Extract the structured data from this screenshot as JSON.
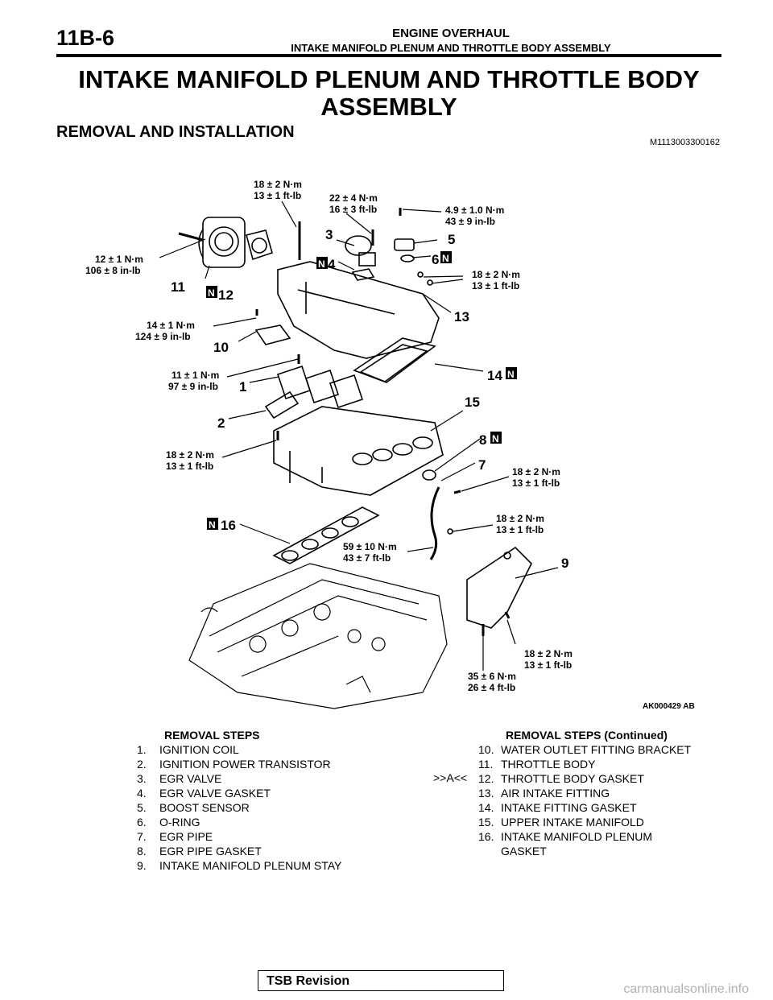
{
  "header": {
    "page_number": "11B-6",
    "chapter": "ENGINE OVERHAUL",
    "subtitle": "INTAKE MANIFOLD PLENUM AND THROTTLE BODY ASSEMBLY"
  },
  "title_line1": "INTAKE MANIFOLD PLENUM AND THROTTLE BODY",
  "title_line2": "ASSEMBLY",
  "section": "REMOVAL AND INSTALLATION",
  "doc_id": "M1113003300162",
  "figure": {
    "ref": "AK000429 AB",
    "torque": {
      "t1_l1": "18 ± 2 N·m",
      "t1_l2": "13 ± 1 ft-lb",
      "t2_l1": "22 ± 4 N·m",
      "t2_l2": "16 ± 3 ft-lb",
      "t3_l1": "4.9 ± 1.0 N·m",
      "t3_l2": "43 ± 9 in-lb",
      "t4_l1": "12 ± 1 N·m",
      "t4_l2": "106 ± 8 in-lb",
      "t5_l1": "18 ± 2 N·m",
      "t5_l2": "13 ± 1 ft-lb",
      "t6_l1": "14 ± 1 N·m",
      "t6_l2": "124 ± 9 in-lb",
      "t7_l1": "11 ± 1 N·m",
      "t7_l2": "97 ± 9 in-lb",
      "t8_l1": "18 ± 2 N·m",
      "t8_l2": "13 ± 1 ft-lb",
      "t9_l1": "18 ± 2 N·m",
      "t9_l2": "13 ± 1 ft-lb",
      "t10_l1": "18 ± 2 N·m",
      "t10_l2": "13 ± 1 ft-lb",
      "t11_l1": "59 ± 10 N·m",
      "t11_l2": "43 ± 7 ft-lb",
      "t12_l1": "18 ± 2 N·m",
      "t12_l2": "13 ± 1 ft-lb",
      "t13_l1": "35 ± 6 N·m",
      "t13_l2": "26 ± 4 ft-lb"
    },
    "numbers": {
      "n1": "1",
      "n2": "2",
      "n3": "3",
      "n4": "4",
      "n5": "5",
      "n6": "6",
      "n7": "7",
      "n8": "8",
      "n9": "9",
      "n10": "10",
      "n11": "11",
      "n12": "12",
      "n13": "13",
      "n14": "14",
      "n15": "15",
      "n16": "16"
    },
    "new_part_mark": "N"
  },
  "steps_left": {
    "heading": "REMOVAL STEPS",
    "items": [
      {
        "n": "1.",
        "t": "IGNITION COIL"
      },
      {
        "n": "2.",
        "t": "IGNITION POWER TRANSISTOR"
      },
      {
        "n": "3.",
        "t": "EGR VALVE"
      },
      {
        "n": "4.",
        "t": "EGR VALVE GASKET"
      },
      {
        "n": "5.",
        "t": "BOOST SENSOR"
      },
      {
        "n": "6.",
        "t": "O-RING"
      },
      {
        "n": "7.",
        "t": "EGR PIPE"
      },
      {
        "n": "8.",
        "t": "EGR PIPE GASKET"
      },
      {
        "n": "9.",
        "t": "INTAKE MANIFOLD PLENUM STAY"
      }
    ]
  },
  "steps_right": {
    "heading": "REMOVAL STEPS (Continued)",
    "items": [
      {
        "m": "",
        "n": "10.",
        "t": "WATER OUTLET FITTING BRACKET"
      },
      {
        "m": "",
        "n": "11.",
        "t": "THROTTLE BODY"
      },
      {
        "m": ">>A<<",
        "n": "12.",
        "t": "THROTTLE BODY GASKET"
      },
      {
        "m": "",
        "n": "13.",
        "t": "AIR INTAKE FITTING"
      },
      {
        "m": "",
        "n": "14.",
        "t": "INTAKE FITTING GASKET"
      },
      {
        "m": "",
        "n": "15.",
        "t": "UPPER INTAKE MANIFOLD"
      },
      {
        "m": "",
        "n": "16.",
        "t": "INTAKE MANIFOLD PLENUM"
      },
      {
        "m": "",
        "n": "",
        "t": "GASKET"
      }
    ]
  },
  "footer": {
    "tsb": "TSB Revision",
    "watermark": "carmanualsonline.info"
  }
}
